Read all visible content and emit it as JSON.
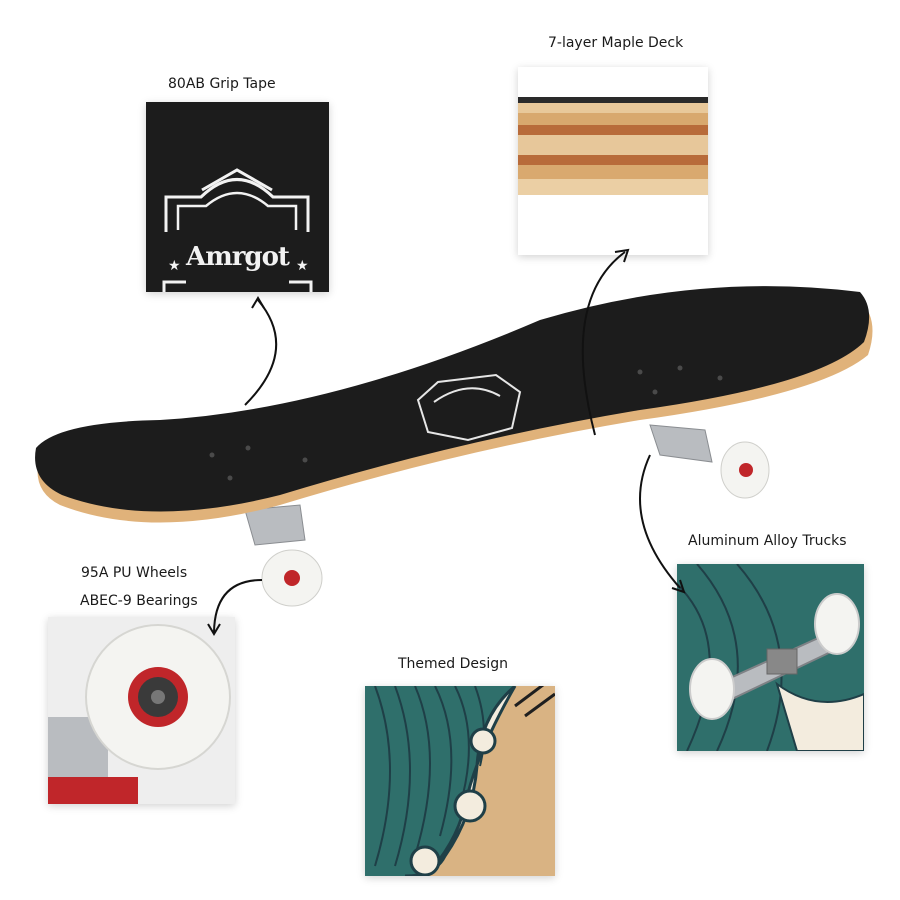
{
  "callouts": {
    "grip_tape": "80AB Grip Tape",
    "maple_deck": "7-layer Maple Deck",
    "wheels_line1": "95A PU Wheels",
    "wheels_line2": "ABEC-9 Bearings",
    "trucks": "Aluminum Alloy Trucks",
    "themed": "Themed Design"
  },
  "logo": {
    "brand": "Amrgot"
  },
  "colors": {
    "grip": "#1c1c1c",
    "maple": "#e0b27a",
    "maple_dark": "#b86b3a",
    "wheel": "#f4f4f1",
    "bearing": "#c0262a",
    "truck": "#b9bcc0",
    "wave": "#2f6f6b",
    "wave_dark": "#1f3f47",
    "foam": "#f3ecde"
  }
}
